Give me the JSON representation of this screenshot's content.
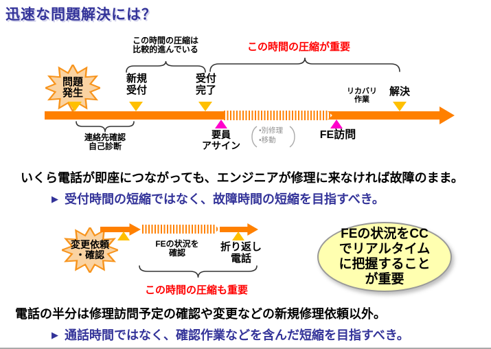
{
  "title": "迅速な問題解決には？",
  "colors": {
    "timeline_orange": "#FF8000",
    "marker_yellow": "#FFC000",
    "marker_magenta": "#FF00CC",
    "starburst_fill": "#FAD3A2",
    "starburst_border": "#F7941D",
    "heading_blue": "#333399",
    "warning_red": "#FF0000",
    "callout_yellow": "#FFFFB0",
    "side_note_gray": "#909090"
  },
  "timeline1": {
    "burst_label": "問題\n発生",
    "top_note1": "この時間の圧縮は\n比較的進んでいる",
    "top_note2": "この時間の圧縮が重要",
    "label_new_reception": "新規\n受付",
    "label_reception_done": "受付\n完了",
    "label_recovery": "リカバリ\n作業",
    "label_resolved": "解決",
    "label_assign": "要員\nアサイン",
    "label_fe_visit": "FE訪問",
    "side_note": "•別修理\n•移動",
    "bottom_note": "連絡先確認\n自己診断"
  },
  "message1": {
    "line": "いくら電話が即座につながっても、エンジニアが修理に来なければ故障のまま。",
    "bullet_icon": "▶",
    "bullet": "受付時間の短縮ではなく、故障時間の短縮を目指すべき。"
  },
  "timeline2": {
    "burst_label": "変更依頼\n・確認",
    "label_fe_status": "FEの状況を\n確認",
    "label_callback": "折り返し\n電話",
    "bottom_note": "この時間の圧縮も重要"
  },
  "callout": {
    "text": "FEの状況をCC\nでリアルタイム\nに把握すること\nが重要"
  },
  "message2": {
    "line": "電話の半分は修理訪問予定の確認や変更などの新規修理依頼以外。",
    "bullet_icon": "▶",
    "bullet": "通話時間ではなく、確認作業などを含んだ短縮を目指すべき。"
  }
}
